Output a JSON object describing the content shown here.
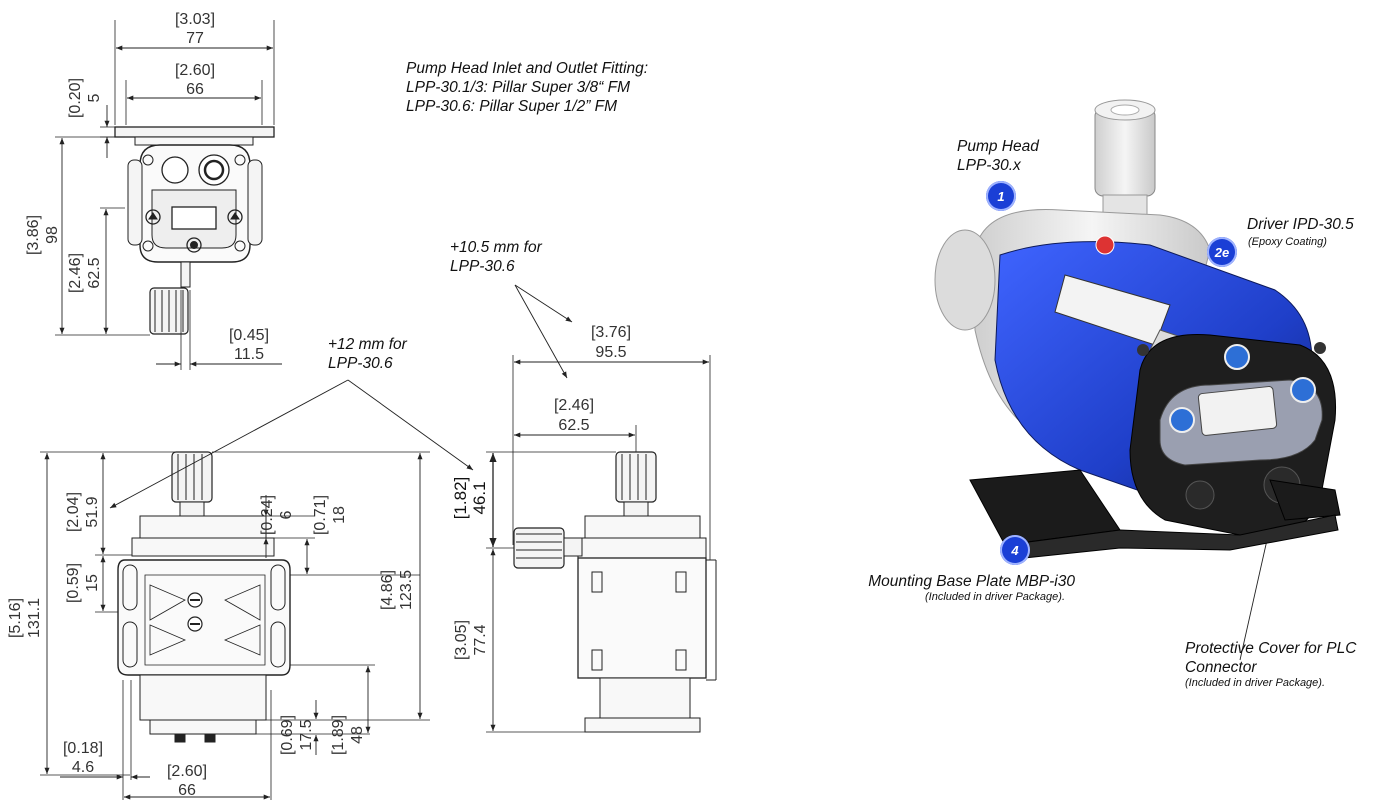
{
  "notes": {
    "fitting_title": "Pump Head Inlet and Outlet Fitting:",
    "fitting_line1": "LPP-30.1/3: Pillar Super 3/8“ FM",
    "fitting_line2": "LPP-30.6: Pillar Super 1/2” FM",
    "offset_10_5_a": "+10.5 mm for",
    "offset_10_5_b": "LPP-30.6",
    "offset_12_a": "+12 mm for",
    "offset_12_b": "LPP-30.6"
  },
  "callouts": {
    "pump_head_a": "Pump Head",
    "pump_head_b": "LPP-30.x",
    "pump_head_badge": "1",
    "driver_title": "Driver IPD-30.5",
    "driver_sub": "(Epoxy Coating)",
    "driver_badge": "2e",
    "base_title": "Mounting Base Plate MBP-i30",
    "base_sub": "(Included in driver Package).",
    "base_badge": "4",
    "cover_a": "Protective Cover for PLC",
    "cover_b": "Connector",
    "cover_sub": "(Included in driver Package)."
  },
  "dimensions": {
    "top_width_in": "[3.03]",
    "top_width_mm": "77",
    "top_inner_in": "[2.60]",
    "top_inner_mm": "66",
    "plate_in": "[0.20]",
    "plate_mm": "5",
    "height_in": "[3.86]",
    "height_mm": "98",
    "axis_in": "[2.46]",
    "axis_mm": "62.5",
    "stem_in": "[0.45]",
    "stem_mm": "11.5",
    "side_width_in": "[3.76]",
    "side_width_mm": "95.5",
    "side_inner_in": "[2.46]",
    "side_inner_mm": "62.5",
    "side_top_in": "[1.82]",
    "side_top_mm": "46.1",
    "side_low_in": "[3.05]",
    "side_low_mm": "77.4",
    "front_total_in": "[5.16]",
    "front_total_mm": "131.1",
    "front_a_in": "[2.04]",
    "front_a_mm": "51.9",
    "front_b_in": "[0.59]",
    "front_b_mm": "15",
    "front_c_in": "[0.24]",
    "front_c_mm": "6",
    "front_d_in": "[0.71]",
    "front_d_mm": "18",
    "front_e_in": "[4.86]",
    "front_e_mm": "123.5",
    "front_f_in": "[0.69]",
    "front_f_mm": "17.5",
    "front_g_in": "[1.89]",
    "front_g_mm": "48",
    "bottom_left_in": "[0.18]",
    "bottom_left_mm": "4.6",
    "bottom_w_in": "[2.60]",
    "bottom_w_mm": "66"
  },
  "colors": {
    "driver_blue": "#1f3fc9",
    "pump_white": "#e8e8e8",
    "base_black": "#1b1b1b",
    "badge_blue": "#1a3fd6"
  }
}
